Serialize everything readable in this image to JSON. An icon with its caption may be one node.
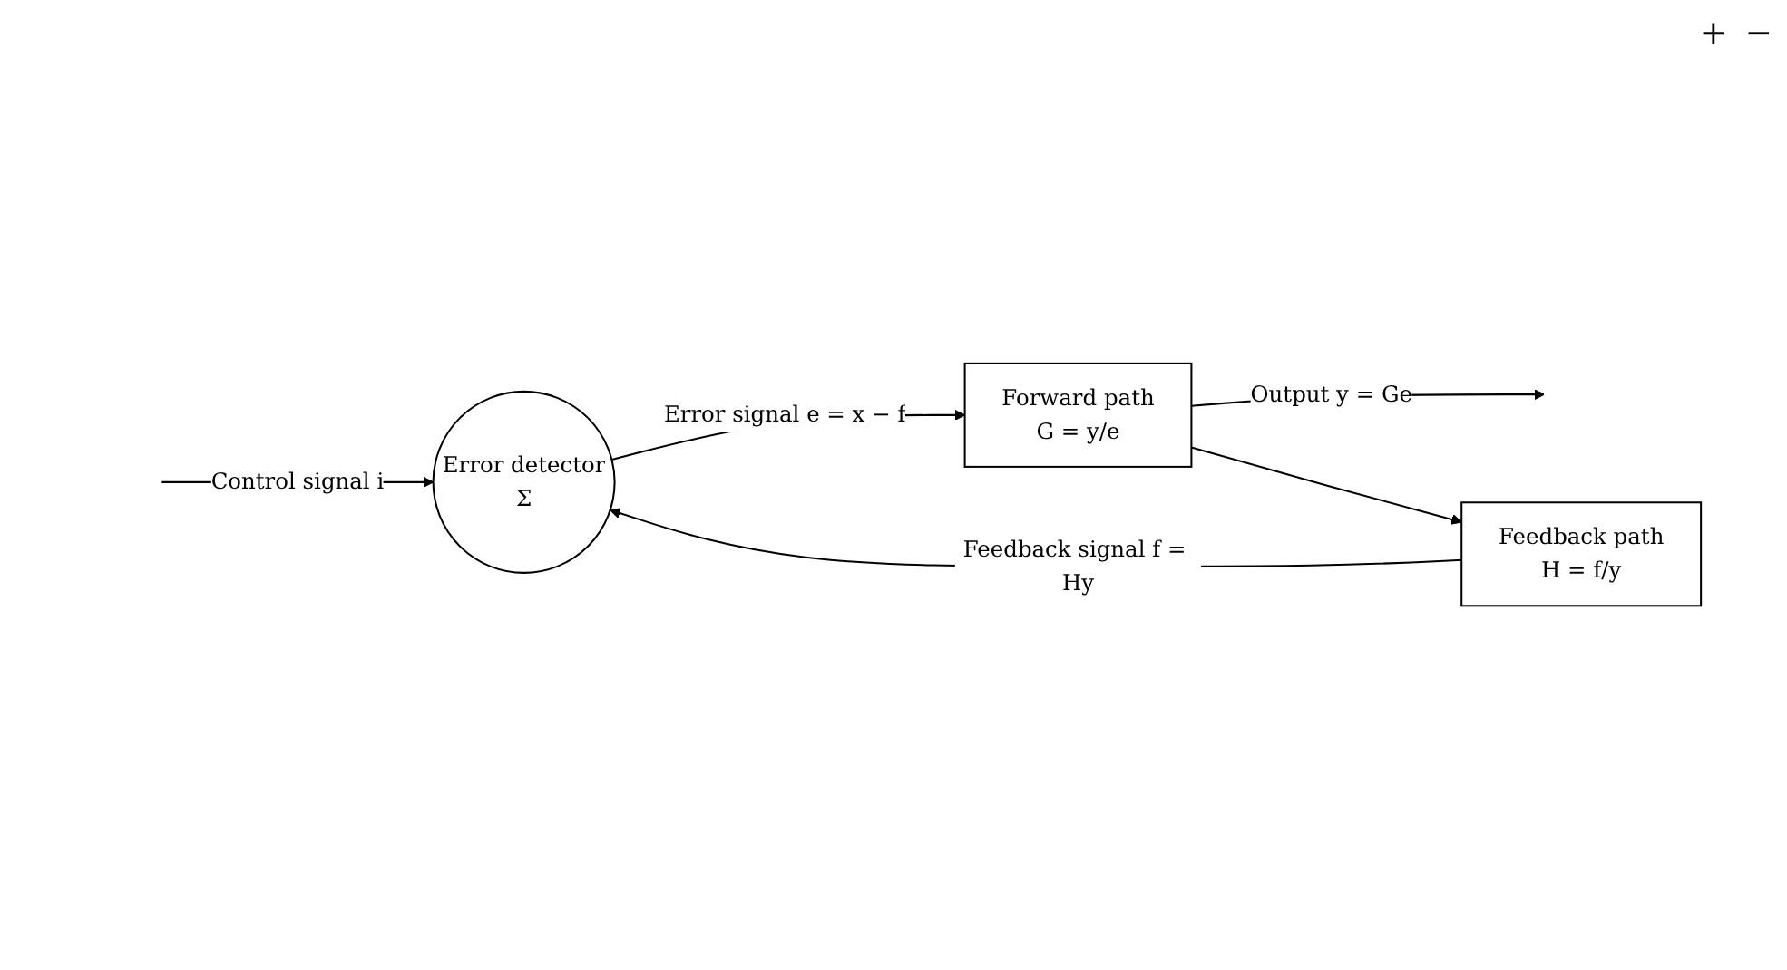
{
  "diagram": {
    "nodes": [
      {
        "text": [
          "Error detector",
          "Σ"
        ]
      },
      {
        "text": [
          "Forward path",
          "G = y/e"
        ]
      },
      {
        "text": [
          "Feedback path",
          "H = f/y"
        ]
      }
    ],
    "edges": [
      {
        "from": null,
        "to": 0,
        "arrow": "to",
        "label": "Control signal i"
      },
      {
        "from": 0,
        "to": 1,
        "arrow": "to",
        "label": "Error signal e = x − f"
      },
      {
        "from": 1,
        "to": null,
        "arrow": "to",
        "label": "Output y = Ge"
      },
      {
        "from": 1,
        "to": 2,
        "arrow": "to"
      },
      {
        "from": 2,
        "to": 0,
        "arrow": "to",
        "label": "Feedback signal f = Hy"
      }
    ],
    "labels": [
      "+",
      "−"
    ]
  }
}
